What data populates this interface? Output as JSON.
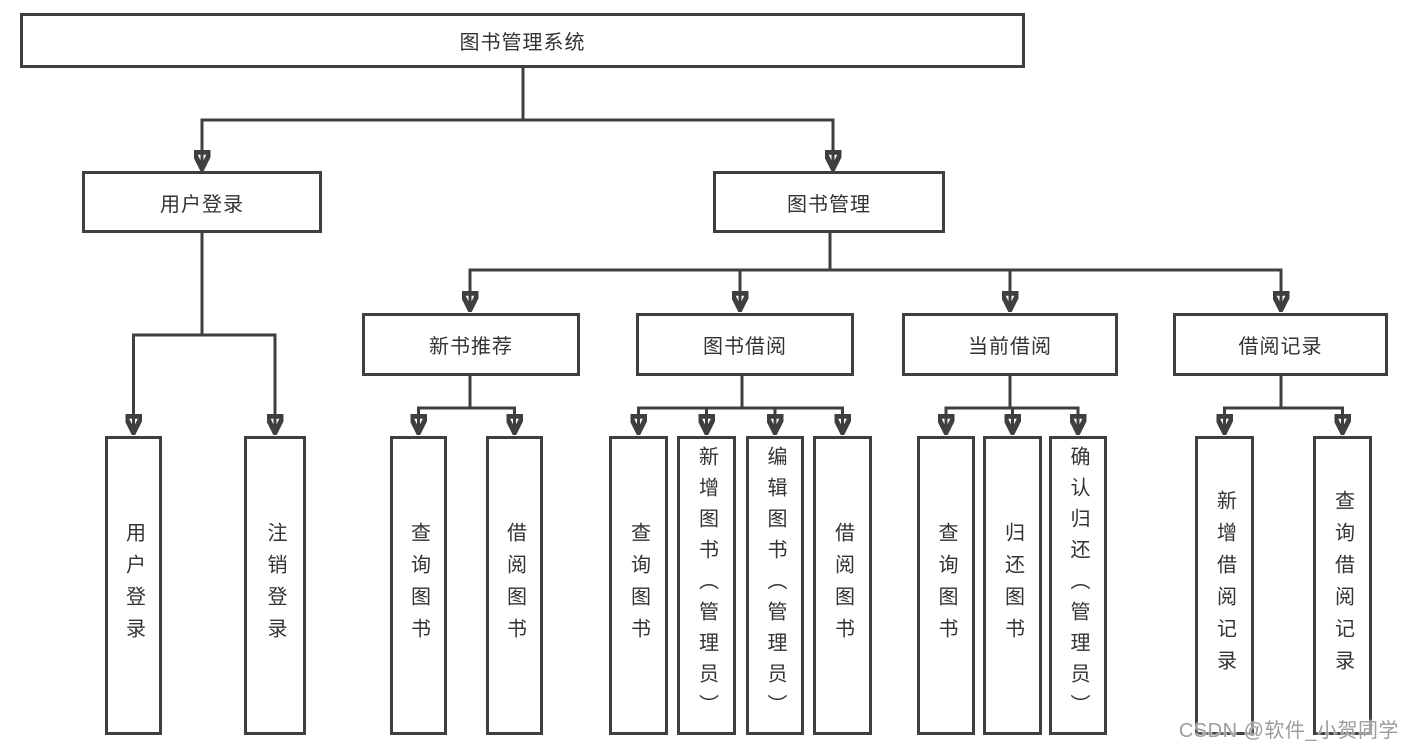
{
  "colors": {
    "line": "#3f3f3f",
    "text": "#333333",
    "watermark_text": "#9c9c9c",
    "background": "#ffffff"
  },
  "watermark": "CSDN @软件_小贺同学",
  "tree": {
    "label": "图书管理系统",
    "children": [
      {
        "label": "用户登录",
        "children": [
          {
            "label": "用户登录"
          },
          {
            "label": "注销登录"
          }
        ]
      },
      {
        "label": "图书管理",
        "children": [
          {
            "label": "新书推荐",
            "children": [
              {
                "label": "查询图书"
              },
              {
                "label": "借阅图书"
              }
            ]
          },
          {
            "label": "图书借阅",
            "children": [
              {
                "label": "查询图书"
              },
              {
                "label": "新增图书（管理员）"
              },
              {
                "label": "编辑图书（管理员）"
              },
              {
                "label": "借阅图书"
              }
            ]
          },
          {
            "label": "当前借阅",
            "children": [
              {
                "label": "查询图书"
              },
              {
                "label": "归还图书"
              },
              {
                "label": "确认归还（管理员）"
              }
            ]
          },
          {
            "label": "借阅记录",
            "children": [
              {
                "label": "新增借阅记录"
              },
              {
                "label": "查询借阅记录"
              }
            ]
          }
        ]
      }
    ]
  }
}
